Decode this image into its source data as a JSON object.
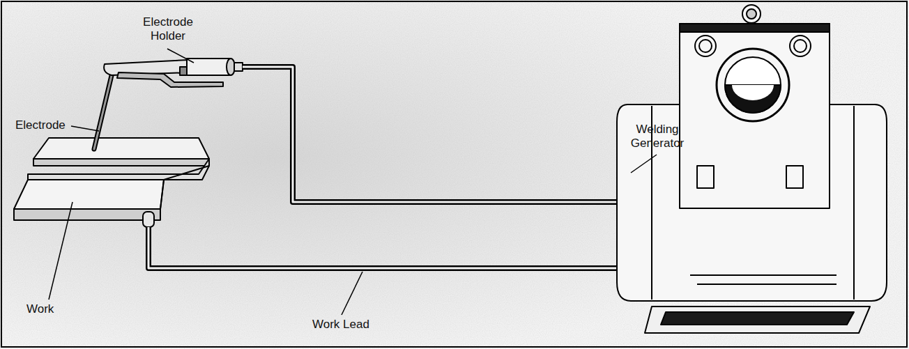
{
  "diagram": {
    "labels": [
      "Electrode Holder",
      "Electrode",
      "Welding Generator",
      "Work",
      "Work Lead"
    ]
  }
}
